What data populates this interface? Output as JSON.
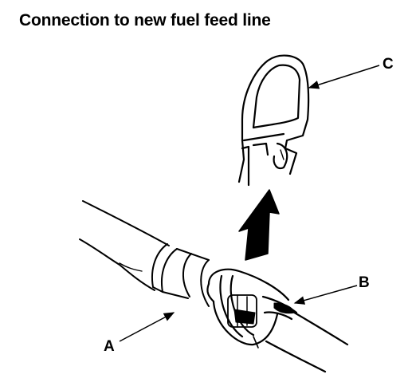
{
  "title": "Connection to new fuel feed line",
  "callouts": {
    "a": "A",
    "b": "B",
    "c": "C"
  },
  "colors": {
    "ink": "#000000",
    "paper": "#ffffff"
  }
}
